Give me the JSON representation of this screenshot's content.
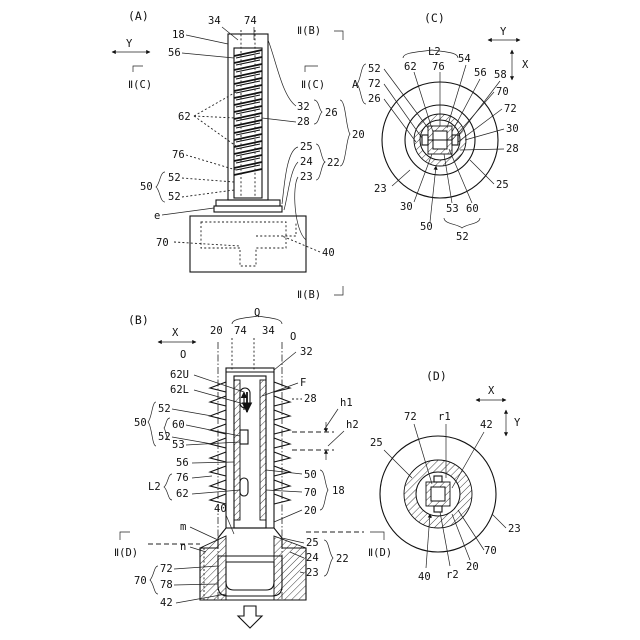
{
  "views": {
    "a": {
      "title": "(A)",
      "labels": {
        "n18": "18",
        "n34": "34",
        "n74": "74",
        "n56": "56",
        "n62": "62",
        "n32": "32",
        "n28": "28",
        "n26": "26",
        "n20": "20",
        "n25": "25",
        "n24": "24",
        "n23": "23",
        "n22": "22",
        "n76": "76",
        "n52a": "52",
        "n52b": "52",
        "n50": "50",
        "e": "e",
        "n70": "70",
        "n40": "40"
      },
      "section_marks": {
        "iib_top": "Ⅱ(B)",
        "iic_left": "Ⅱ(C)",
        "iic_right": "Ⅱ(C)",
        "iib_bottom": "Ⅱ(B)"
      },
      "axis": {
        "y": "Y"
      }
    },
    "b": {
      "title": "(B)",
      "labels": {
        "q": "Q",
        "x": "X",
        "n20": "20",
        "n74": "74",
        "n34": "34",
        "o1": "O",
        "o2": "O",
        "n32": "32",
        "n62u": "62U",
        "n62l": "62L",
        "f": "F",
        "n28": "28",
        "n52a": "52",
        "n60": "60",
        "n52b": "52",
        "n53": "53",
        "n50": "50",
        "h1": "h1",
        "h2": "h2",
        "n56": "56",
        "l2": "L2",
        "n76": "76",
        "n62": "62",
        "n50r": "50",
        "n70r": "70",
        "n18": "18",
        "n20r": "20",
        "n40": "40",
        "m": "m",
        "n": "n",
        "n25": "25",
        "n24": "24",
        "n22": "22",
        "n23": "23",
        "n72": "72",
        "n70": "70",
        "n78": "78",
        "n42": "42"
      },
      "section_marks": {
        "iid_left": "Ⅱ(D)",
        "iid_right": "Ⅱ(D)"
      }
    },
    "c": {
      "title": "(C)",
      "labels": {
        "l2": "L2",
        "n52": "52",
        "n62": "62",
        "n76": "76",
        "n54": "54",
        "n56": "56",
        "n58": "58",
        "a": "A",
        "n72": "72",
        "n26": "26",
        "n70": "70",
        "n72r": "72",
        "n30": "30",
        "n28": "28",
        "n23": "23",
        "n30b": "30",
        "n50": "50",
        "n53": "53",
        "n60": "60",
        "n52b": "52",
        "n25": "25"
      },
      "axis": {
        "y": "Y",
        "x": "X"
      }
    },
    "d": {
      "title": "(D)",
      "labels": {
        "n72": "72",
        "r1": "r1",
        "n42": "42",
        "n25": "25",
        "n23": "23",
        "n70": "70",
        "n40": "40",
        "r2": "r2",
        "n20": "20"
      },
      "axis": {
        "x": "X",
        "y": "Y"
      }
    }
  }
}
